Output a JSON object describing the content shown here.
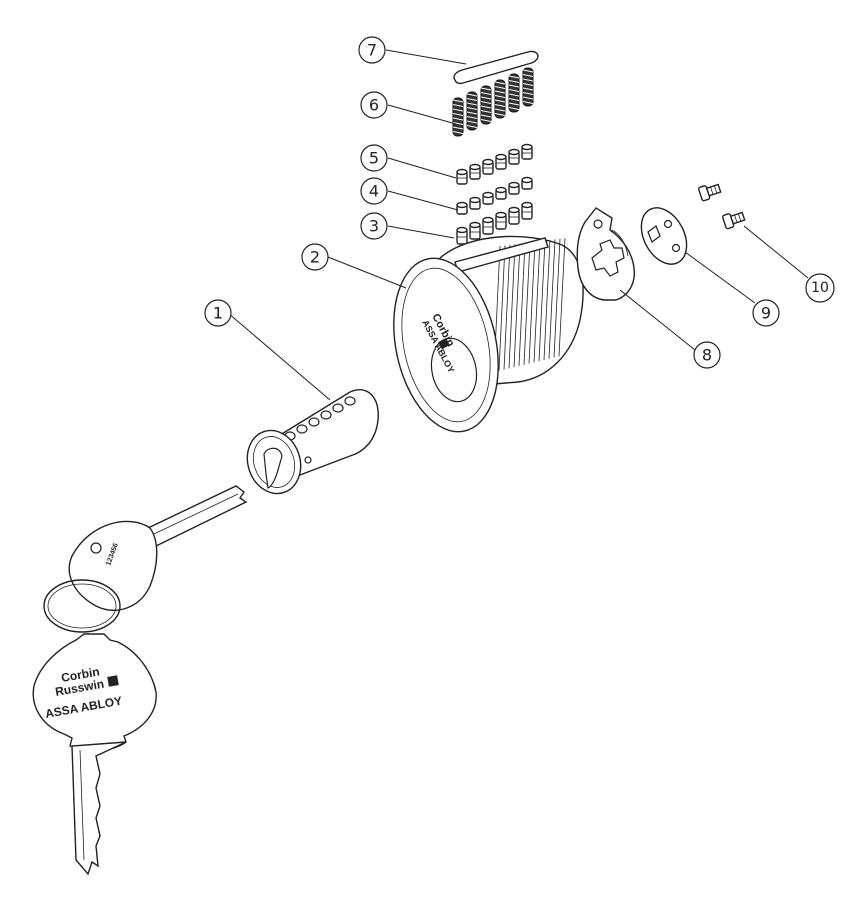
{
  "diagram": {
    "type": "exploded-parts-diagram",
    "callouts": [
      {
        "id": "1",
        "label": "1"
      },
      {
        "id": "2",
        "label": "2"
      },
      {
        "id": "3",
        "label": "3"
      },
      {
        "id": "4",
        "label": "4"
      },
      {
        "id": "5",
        "label": "5"
      },
      {
        "id": "6",
        "label": "6"
      },
      {
        "id": "7",
        "label": "7"
      },
      {
        "id": "8",
        "label": "8"
      },
      {
        "id": "9",
        "label": "9"
      },
      {
        "id": "10",
        "label": "10"
      }
    ],
    "key_brand": {
      "line1": "Corbin",
      "line2": "Russwin",
      "line3": "ASSA ABLOY"
    },
    "housing_brand": {
      "line1": "Corbin",
      "line2": "ASSA ABLOY"
    },
    "key_stamp": "123456"
  }
}
